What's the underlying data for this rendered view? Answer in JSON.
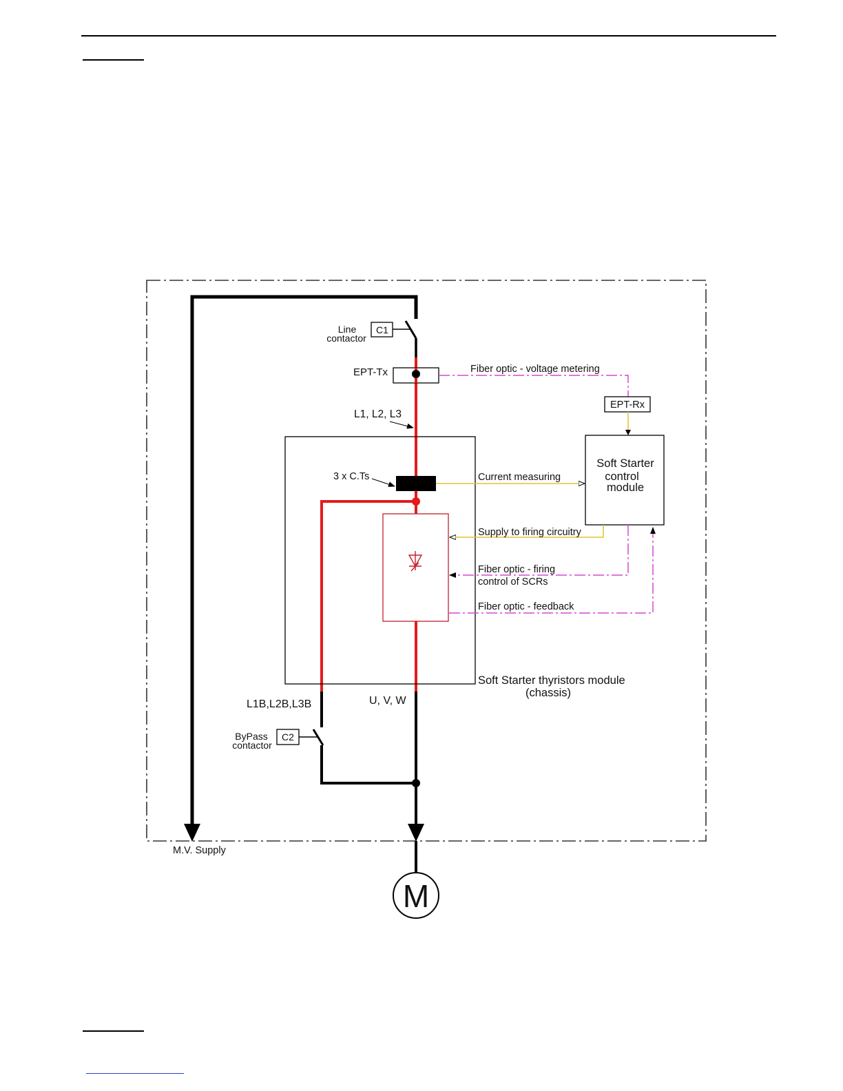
{
  "labels": {
    "line_contactor_1": "Line",
    "line_contactor_2": "contactor",
    "c1": "C1",
    "ept_tx": "EPT-Tx",
    "fiber_voltage": "Fiber optic - voltage metering",
    "ept_rx": "EPT-Rx",
    "l123": "L1, L2, L3",
    "control_1": "Soft Starter",
    "control_2": "control",
    "control_3": "module",
    "cts": "3 x C.Ts",
    "current_measuring": "Current measuring",
    "supply_firing": "Supply to firing circuitry",
    "fiber_firing_1": "Fiber optic - firing",
    "fiber_firing_2": "control of SCRs",
    "fiber_feedback": "Fiber optic - feedback",
    "thyristor_1": "Soft Starter thyristors module",
    "thyristor_2": "(chassis)",
    "l123b": "L1B,L2B,L3B",
    "uvw": "U, V, W",
    "bypass_1": "ByPass",
    "bypass_2": "contactor",
    "c2": "C2",
    "mv_supply": "M.V. Supply",
    "motor": "M"
  },
  "colors": {
    "power": "#e31b1b",
    "line": "#000000",
    "fiber": "#d14ad1",
    "signal": "#e2c233"
  }
}
